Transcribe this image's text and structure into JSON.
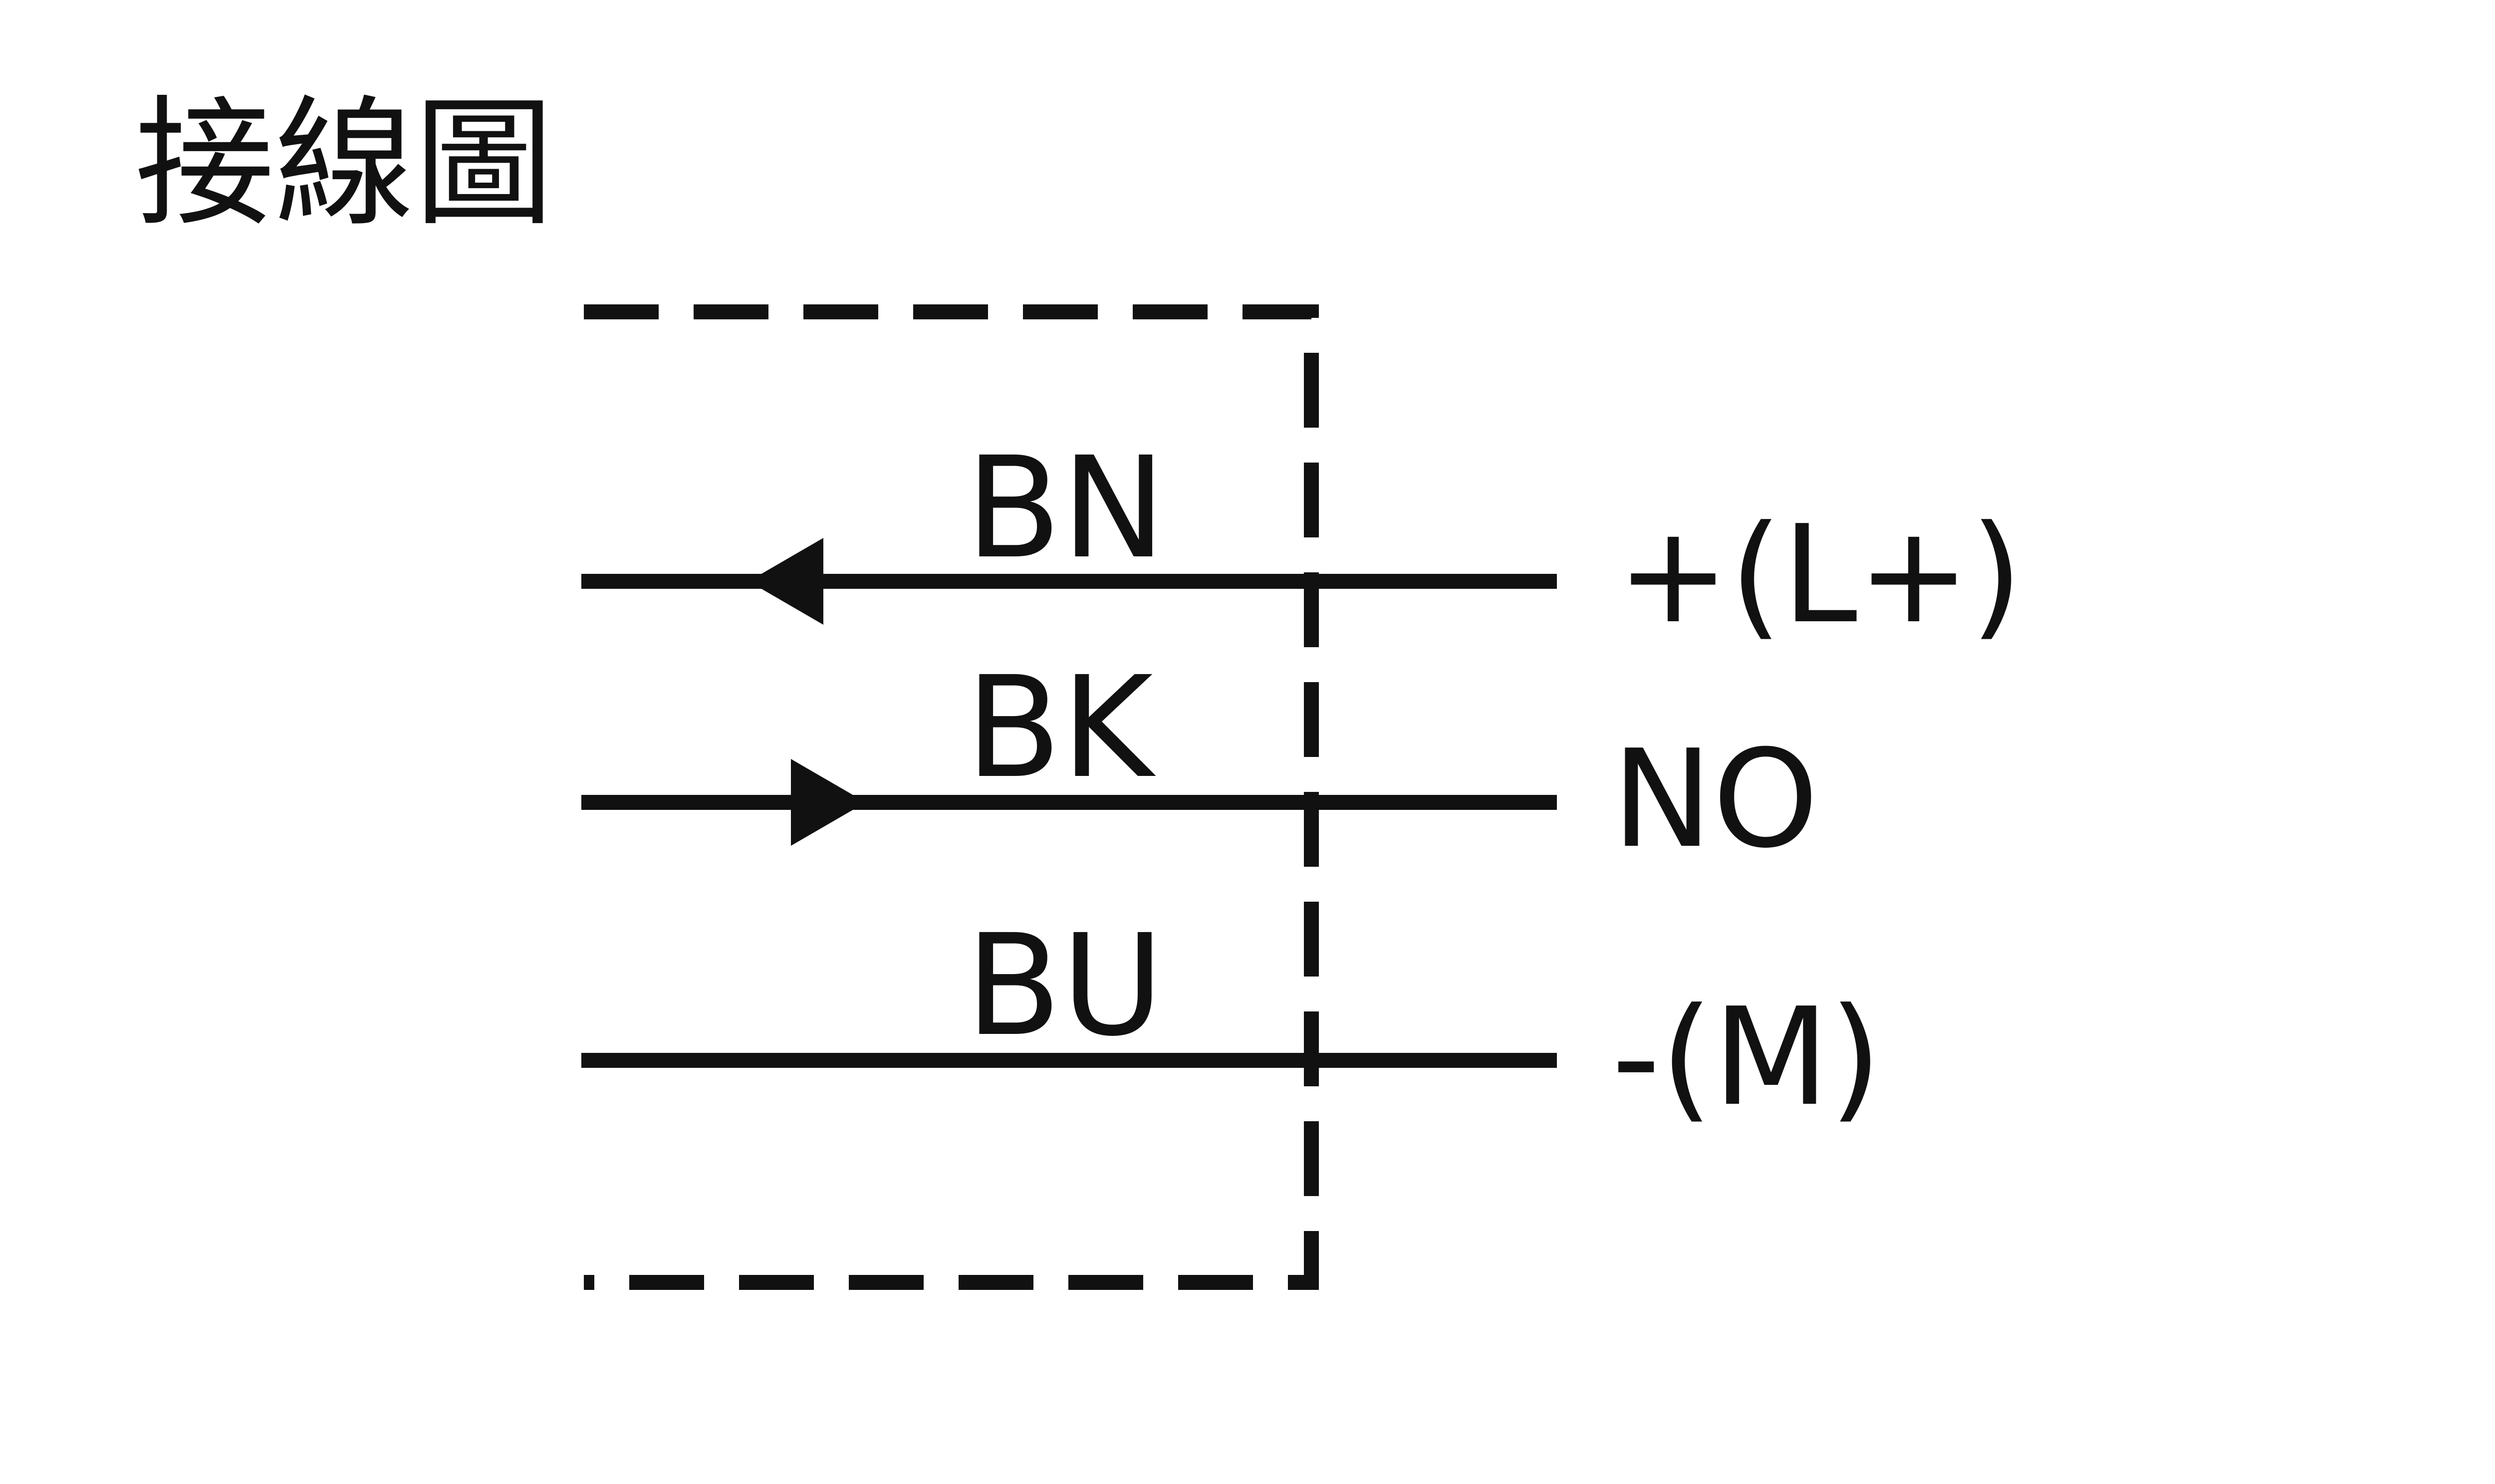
{
  "title": "接線圖",
  "colors": {
    "ink": "#111111",
    "background": "#ffffff"
  },
  "wires": [
    {
      "code": "BN",
      "terminal": "+(L+)",
      "arrow": "left"
    },
    {
      "code": "BK",
      "terminal": "NO",
      "arrow": "right"
    },
    {
      "code": "BU",
      "terminal": "-(M)",
      "arrow": "none"
    }
  ]
}
